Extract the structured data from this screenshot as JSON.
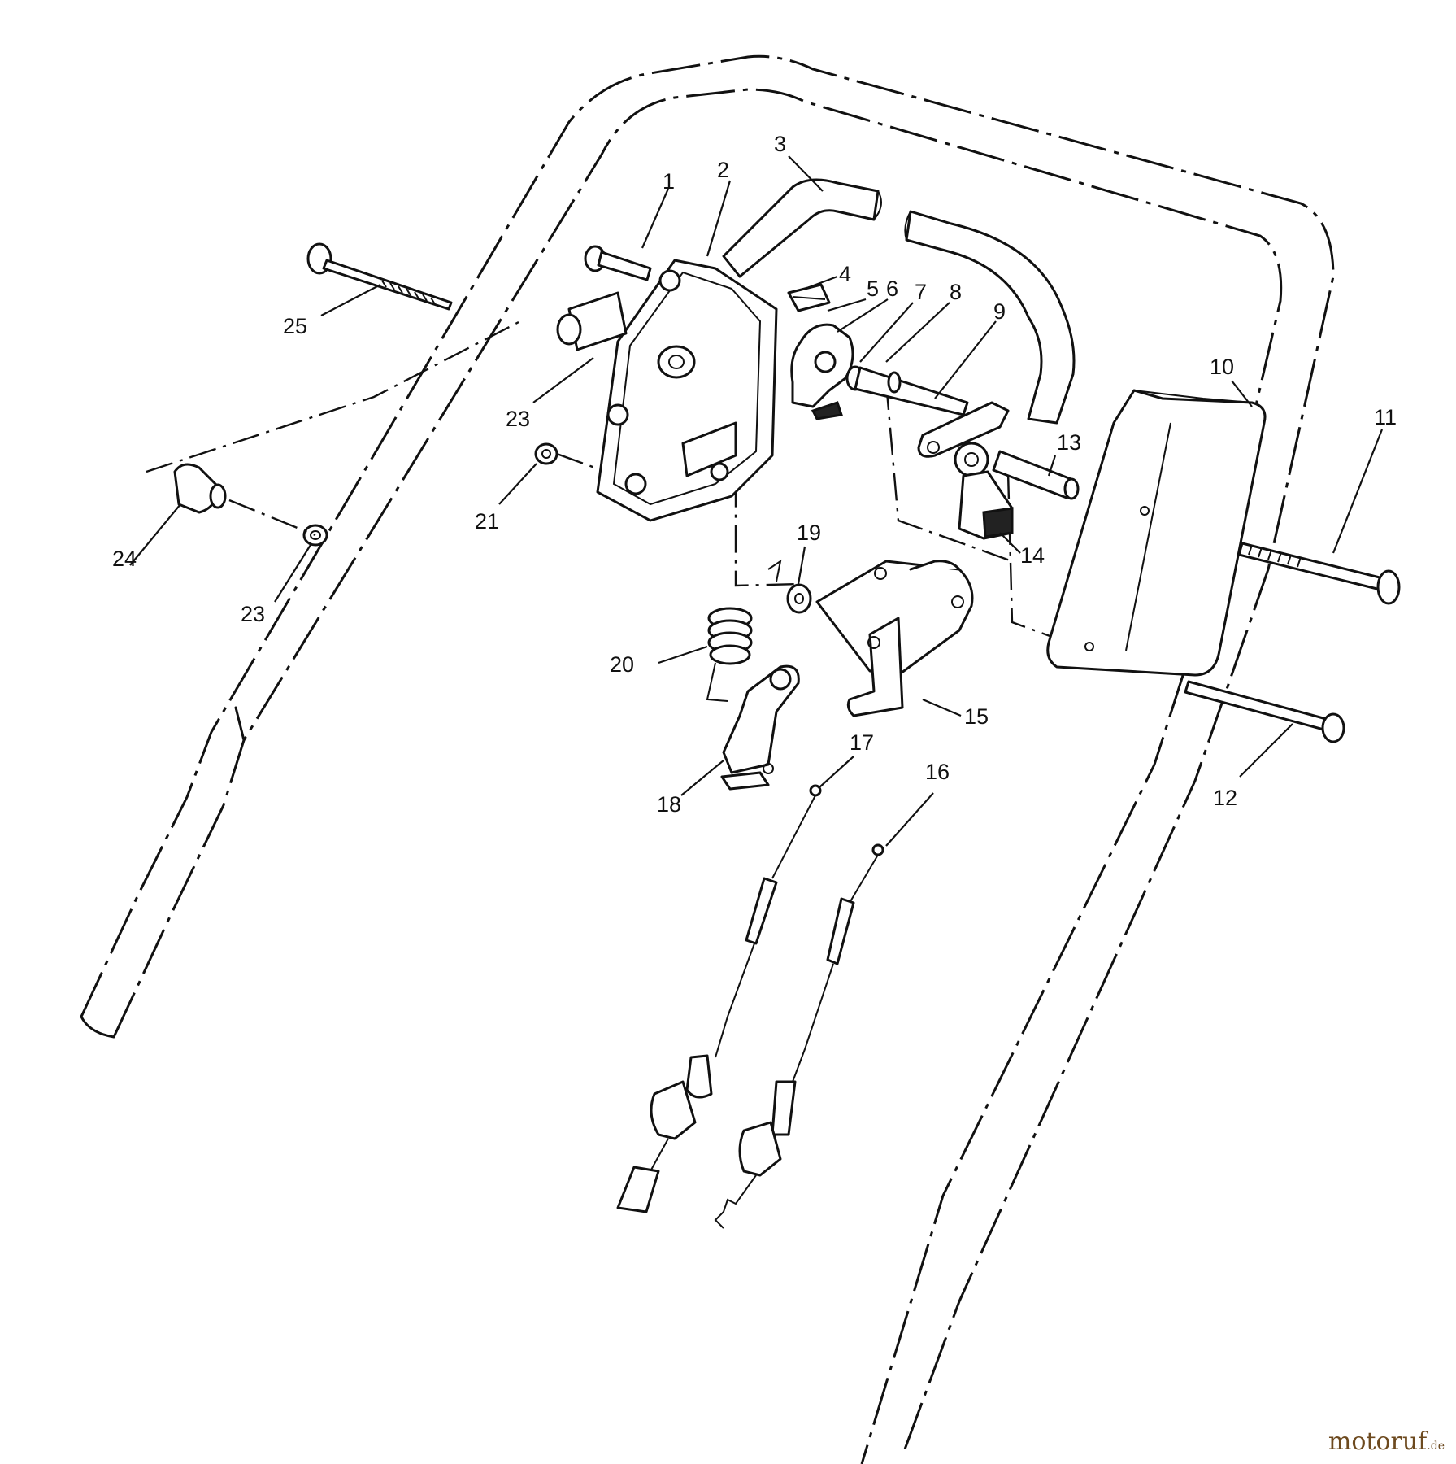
{
  "callouts": [
    {
      "n": "1"
    },
    {
      "n": "2"
    },
    {
      "n": "3"
    },
    {
      "n": "4"
    },
    {
      "n": "5"
    },
    {
      "n": "6"
    },
    {
      "n": "7"
    },
    {
      "n": "8"
    },
    {
      "n": "9"
    },
    {
      "n": "10"
    },
    {
      "n": "11"
    },
    {
      "n": "12"
    },
    {
      "n": "13"
    },
    {
      "n": "14"
    },
    {
      "n": "15"
    },
    {
      "n": "16"
    },
    {
      "n": "17"
    },
    {
      "n": "18"
    },
    {
      "n": "19"
    },
    {
      "n": "20"
    },
    {
      "n": "21"
    },
    {
      "n": "23"
    },
    {
      "n": "23"
    },
    {
      "n": "24"
    },
    {
      "n": "25"
    }
  ],
  "watermark": {
    "brand": "motoruf",
    "tld": ".de",
    "color": "#6d4a1f"
  }
}
